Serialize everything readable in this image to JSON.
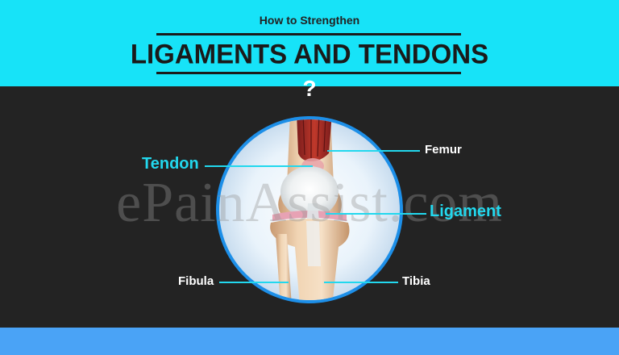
{
  "header": {
    "subtitle": "How to Strengthen",
    "title": "LIGAMENTS AND TENDONS",
    "question_mark": "?"
  },
  "watermark": "ePainAssist.com",
  "labels": {
    "tendon": "Tendon",
    "femur": "Femur",
    "ligament": "Ligament",
    "fibula": "Fibula",
    "tibia": "Tibia"
  },
  "colors": {
    "header_bg": "#17e3f8",
    "dark_bg": "#232323",
    "footer_bg": "#4aa3f6",
    "accent": "#22d8ee",
    "circle_ring": "#1d8fe8"
  }
}
